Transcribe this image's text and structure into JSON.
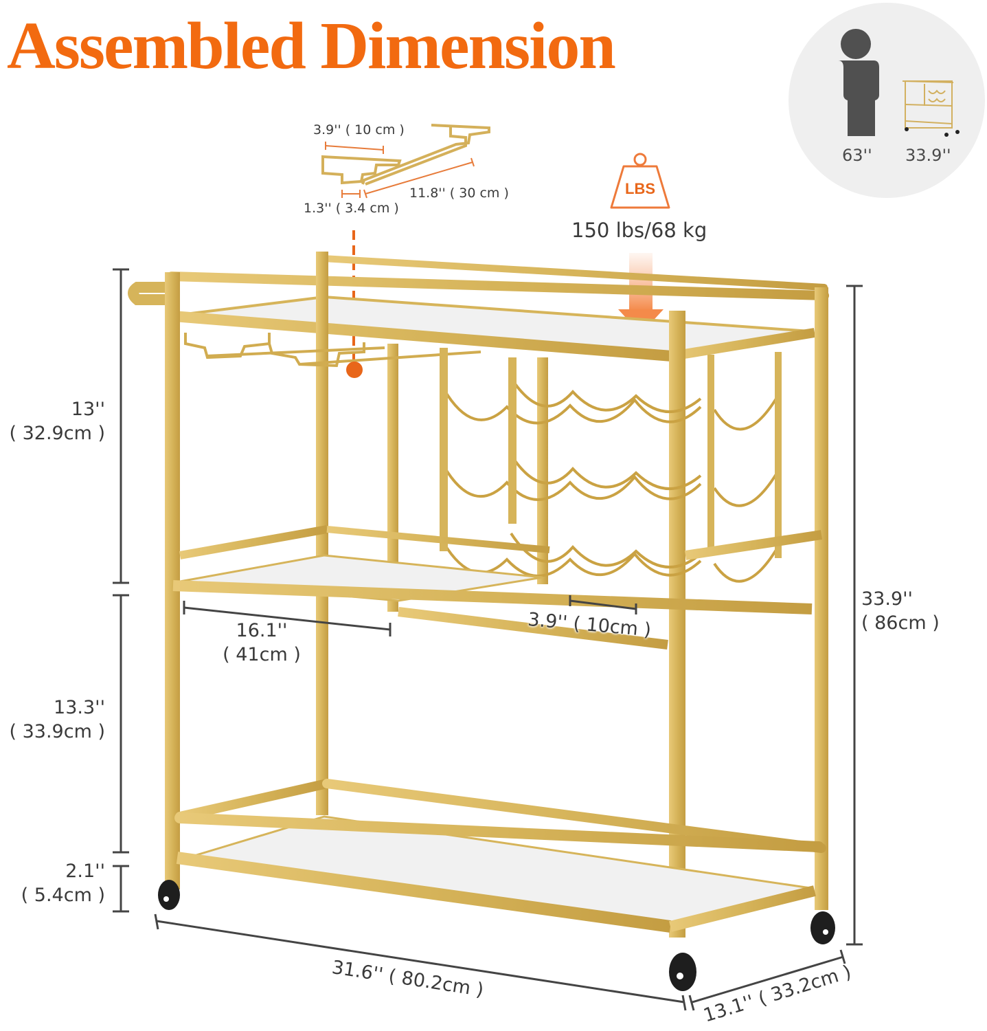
{
  "title": "Assembled Dimension",
  "colors": {
    "accent": "#f26a10",
    "gold": "#d9b658",
    "gold_dark": "#b8923a",
    "gold_light": "#ecd08a",
    "marble": "#f1f1f1",
    "wheel": "#1e1e1e",
    "dimension_line": "#444444",
    "compare_bg": "#efefef",
    "person": "#505050"
  },
  "size_comparison": {
    "person_icon": "person-silhouette-icon",
    "person_height": "63''",
    "cart_icon": "bar-cart-thumbnail-icon",
    "cart_height": "33.9''"
  },
  "glass_holder": {
    "width": "3.9'' ( 10 cm )",
    "length": "11.8'' ( 30 cm )",
    "gap": "1.3'' ( 3.4 cm )"
  },
  "load_capacity": {
    "icon": "weight-lbs-icon",
    "icon_label": "LBS",
    "value": "150 lbs/68 kg"
  },
  "dimensions": {
    "top_section": {
      "inch": "13''",
      "cm": "( 32.9cm )"
    },
    "middle_section": {
      "inch": "13.3''",
      "cm": "( 33.9cm )"
    },
    "wheel_clearance": {
      "inch": "2.1''",
      "cm": "( 5.4cm )"
    },
    "total_height": {
      "inch": "33.9''",
      "cm": "( 86cm )"
    },
    "shelf_width": {
      "inch": "16.1''",
      "cm": "( 41cm )"
    },
    "wine_slot": "3.9'' ( 10cm )",
    "length": "31.6'' ( 80.2cm )",
    "depth": "13.1'' ( 33.2cm )"
  }
}
